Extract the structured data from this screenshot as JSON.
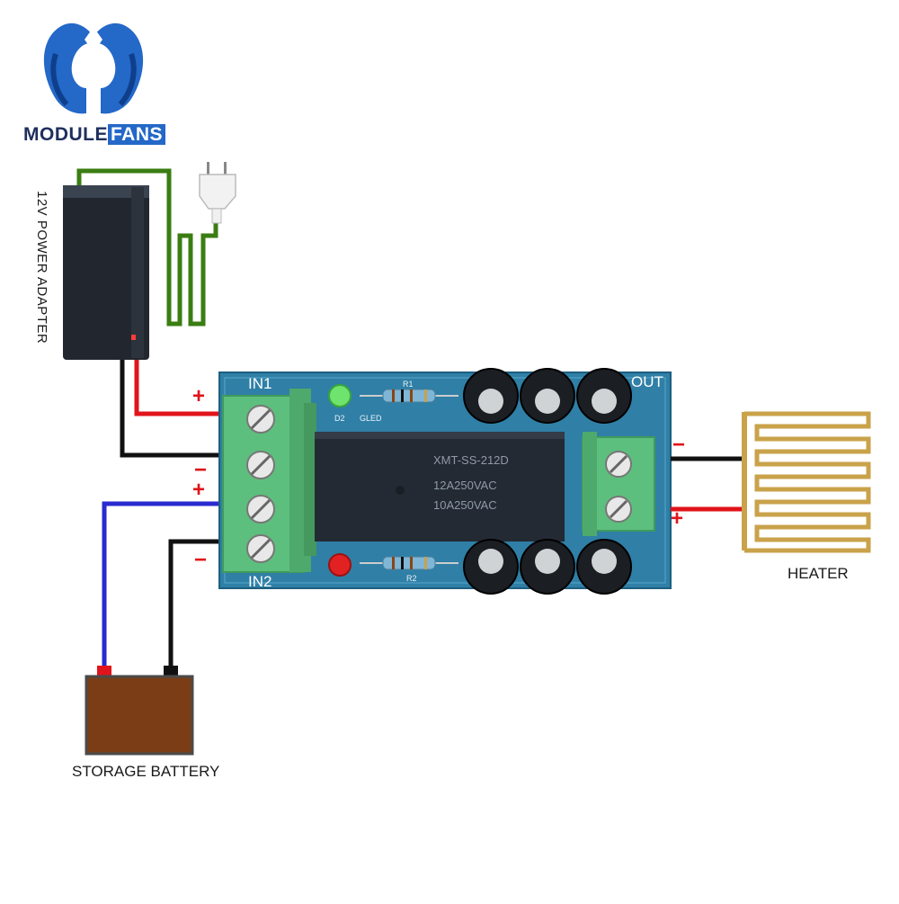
{
  "brand": {
    "name_part1": "MODULE",
    "name_part2": "FANS"
  },
  "labels": {
    "adapter": "12V POWER ADAPTER",
    "heater": "HEATER",
    "battery": "STORAGE BATTERY"
  },
  "board": {
    "in1": "IN1",
    "in2": "IN2",
    "out": "OUT",
    "relay_lines": [
      "XMT-SS-212D",
      "12A250VAC",
      "10A250VAC"
    ],
    "r1": "R1",
    "r2": "R2",
    "d2": "D2",
    "gled": "GLED"
  },
  "polarity": {
    "in1_plus": "+",
    "in1_minus": "−",
    "in2_plus": "+",
    "in2_minus": "−",
    "out_minus": "−",
    "out_plus": "+"
  },
  "colors": {
    "wire_red": "#e0141a",
    "wire_black": "#111111",
    "wire_blue": "#2a2ad0",
    "wire_green": "#3a7d12",
    "board": "#2f7fa6",
    "terminal": "#5dbf7d",
    "battery": "#7a3d16",
    "heater_trace": "#c9a24a",
    "logo_blue": "#2468c8"
  }
}
